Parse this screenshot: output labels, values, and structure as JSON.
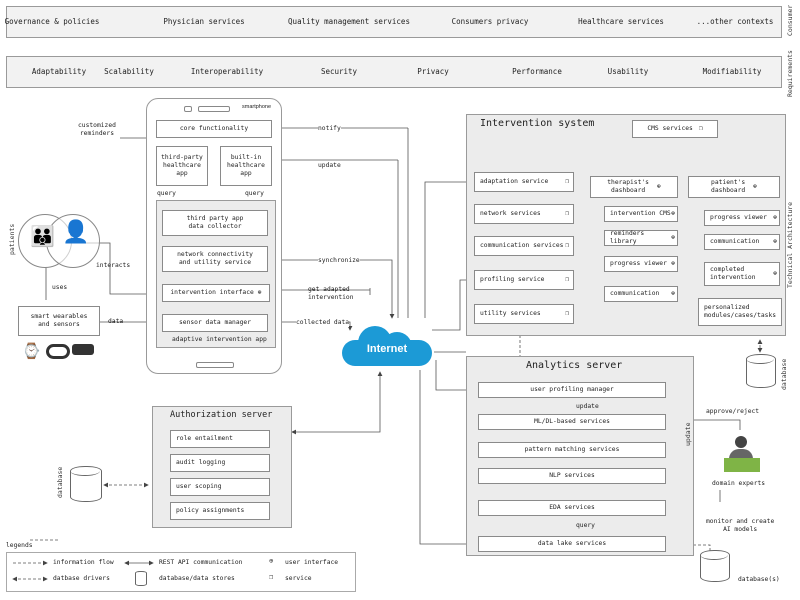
{
  "consumer_band": {
    "side_label": "Consumer",
    "items": [
      "Governance & policies",
      "Physician services",
      "Quality management services",
      "Consumers privacy",
      "Healthcare services",
      "...other contexts"
    ]
  },
  "requirements_band": {
    "side_label": "Requirements",
    "items": [
      "Adaptability",
      "Scalability",
      "Interoperability",
      "Security",
      "Privacy",
      "Performance",
      "Usability",
      "Modifiability"
    ]
  },
  "technical_label": "Technical Architecture",
  "patients": {
    "label": "patients",
    "customized_reminders": "customized\nreminders",
    "uses": "uses",
    "interacts": "interacts",
    "data": "data",
    "wearables": "smart wearables\nand sensors"
  },
  "smartphone": {
    "label": "smartphone",
    "core": "core functionality",
    "third_party": "third-party\nhealthcare\napp",
    "built_in": "built-in\nhealthcare\napp",
    "query1": "query",
    "query2": "query",
    "collector": "third party app\ndata collector",
    "network": "network connectivity\nand utility service",
    "intervention": "intervention interface",
    "sensor": "sensor data manager",
    "adaptive": "adaptive intervention app"
  },
  "flows": {
    "notify": "notify",
    "update": "update",
    "synchronize": "synchronize",
    "get_adapted": "get adapted\nintervention",
    "collected": "collected data"
  },
  "internet": "Internet",
  "intervention_system": {
    "title": "Intervention system",
    "cms": "CMS services",
    "left": [
      "adaptation service",
      "network services",
      "communication services",
      "profiling service",
      "utility services"
    ],
    "therapist": "therapist's\ndashboard",
    "therapist_items": [
      "intervention CMS",
      "reminders library",
      "progress viewer",
      "communication"
    ],
    "patient": "patient's\ndashboard",
    "patient_items": [
      "progress viewer",
      "communication",
      "completed\nintervention",
      "personalized\nmodules/cases/tasks"
    ],
    "database": "database"
  },
  "analytics": {
    "title": "Analytics server",
    "items": [
      "user profiling manager",
      "ML/DL-based services",
      "pattern matching services",
      "NLP services",
      "EDA services",
      "data lake services"
    ],
    "update_inner": "update",
    "update_side": "update",
    "query": "query",
    "approve": "approve/reject",
    "domain_experts": "domain experts",
    "monitor": "monitor and create\nAI models",
    "databases": "database(s)",
    "database_top": "database"
  },
  "authorization": {
    "title": "Authorization server",
    "items": [
      "role entailment",
      "audit logging",
      "user scoping",
      "policy assignments"
    ],
    "database": "database"
  },
  "legend": {
    "title": "legends",
    "info_flow": "information flow",
    "db_drivers": "datbase drivers",
    "rest": "REST API communication",
    "db_stores": "database/data stores",
    "ui": "user interface",
    "service": "service"
  },
  "colors": {
    "cloud": "#1c9ad6",
    "panel": "#ececec",
    "line": "#555555"
  }
}
